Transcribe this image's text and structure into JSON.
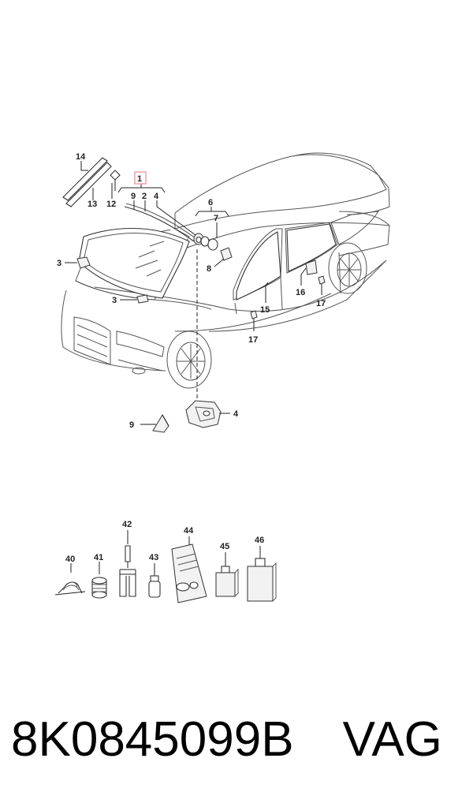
{
  "callouts": {
    "c1": "1",
    "c2": "2",
    "c3a": "3",
    "c3b": "3",
    "c4a": "4",
    "c4b": "4",
    "c6": "6",
    "c7": "7",
    "c8": "8",
    "c9a": "9",
    "c9b": "9",
    "c12": "12",
    "c13": "13",
    "c14": "14",
    "c15": "15",
    "c16": "16",
    "c17a": "17",
    "c17b": "17",
    "c40": "40",
    "c41": "41",
    "c42": "42",
    "c43": "43",
    "c44": "44",
    "c45": "45",
    "c46": "46"
  },
  "colors": {
    "highlight_box": "#e8a0a8",
    "line": "#222222"
  },
  "footer": {
    "part_number": "8K0845099B",
    "brand": "VAG"
  }
}
